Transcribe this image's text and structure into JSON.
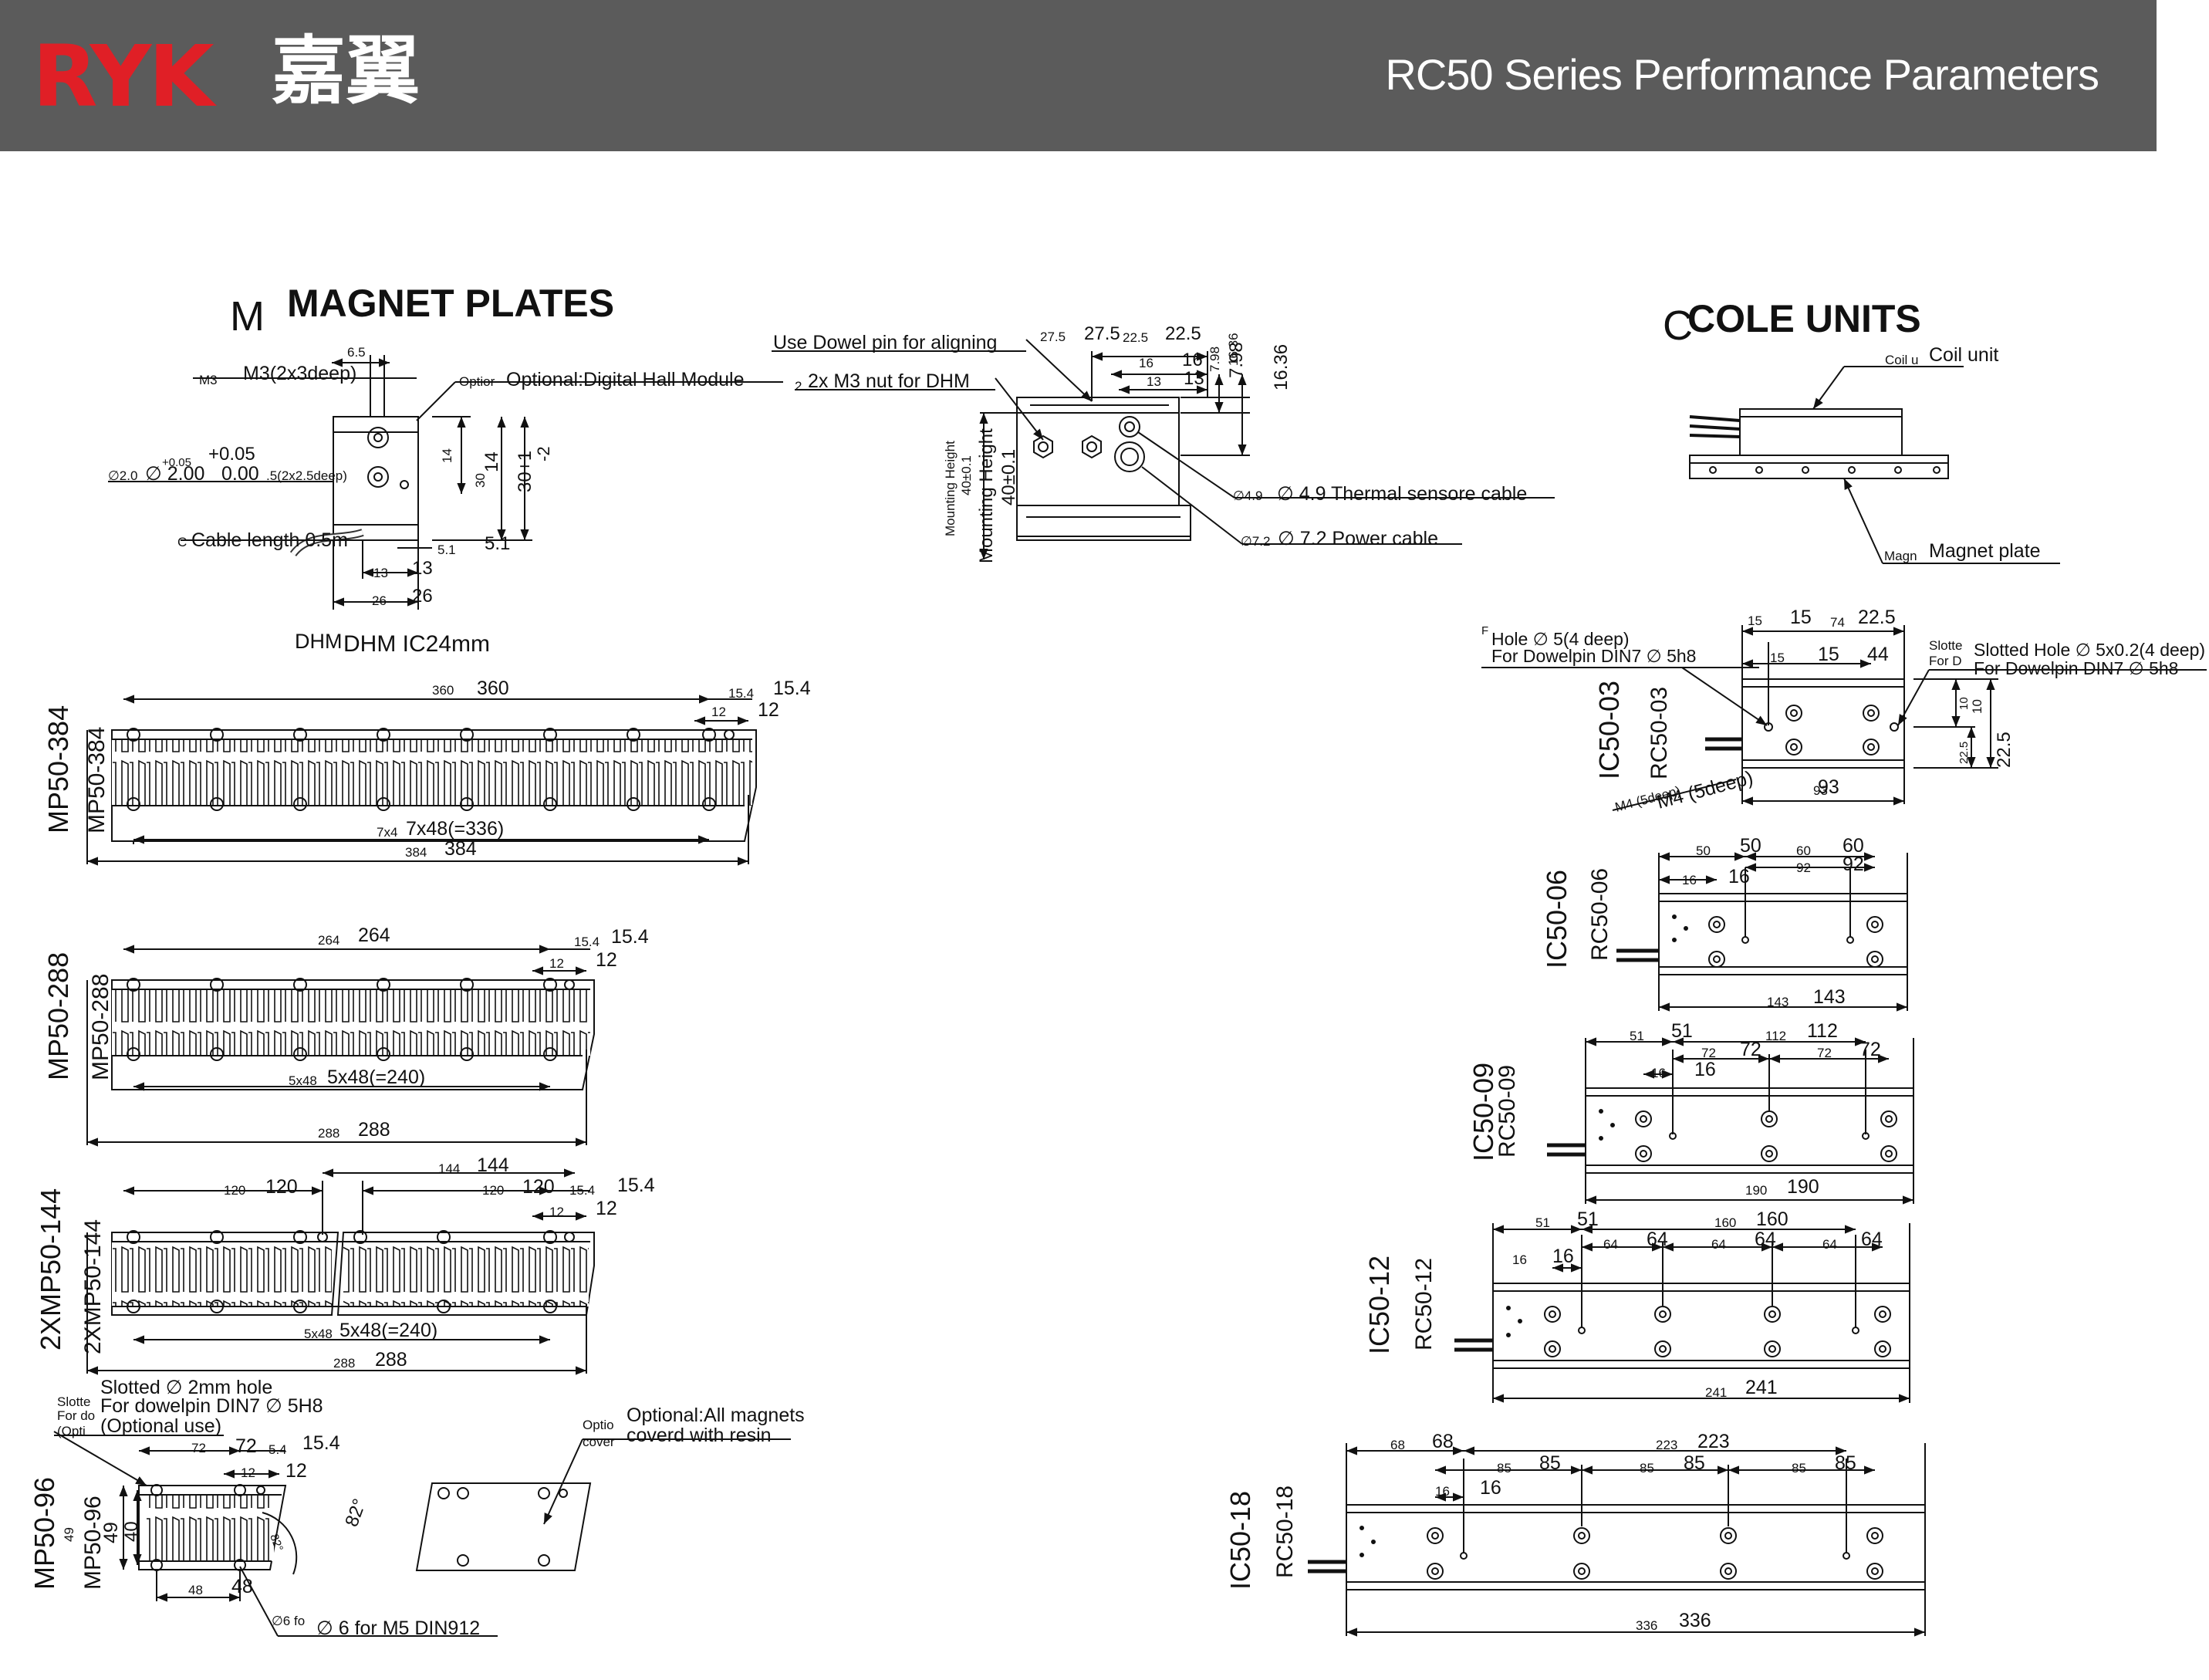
{
  "header": {
    "brand": "RYK",
    "brand_cn": "嘉翼",
    "title": "RC50 Series Performance Parameters"
  },
  "colors": {
    "header_bg": "#5b5b5b",
    "brand_red": "#e01f26",
    "line": "#111111"
  },
  "magnet_plates": {
    "title_prefix": "M",
    "title": "MAGNET PLATES",
    "dhm": {
      "m3_small": "M3",
      "m3": "M3(2x3deep)",
      "dim_65": "6.5",
      "optional_small": "Optior",
      "optional": "Optional:Digital Hall Module",
      "tol_plus_small": "+0.05",
      "tol_plus": "+0.05",
      "dia_small": "∅2.0",
      "dia": "∅ 2.00",
      "tol_minus": "0.00",
      "deep_small": ".5(2x2.5deep)",
      "dim_14_small": "14",
      "dim_14": "14",
      "dim_30_small": "30",
      "dim_30": "30+1",
      "dim_30_tol": "-2",
      "cable_small": "C",
      "cable": "Cable length 0.5m",
      "dim_51_small": "5.1",
      "dim_51": "5.1",
      "dim_13_small": "13",
      "dim_13": "13",
      "dim_26_small": "26",
      "dim_26": "26",
      "caption_small": "DHM",
      "caption": "DHM IC24mm"
    },
    "plates": [
      {
        "label_a": "MP50-384",
        "label_b": "MP50-384",
        "top_small": "360",
        "top": "360",
        "right_small": "15.4",
        "right": "15.4",
        "step_small": "12",
        "step": "12",
        "pitch_small": "7x4",
        "pitch": "7x48(=336)",
        "total_small": "384",
        "total": "384"
      },
      {
        "label_a": "MP50-288",
        "label_b": "MP50-288",
        "top_small": "264",
        "top": "264",
        "right_small": "15.4",
        "right": "15.4",
        "step_small": "12",
        "step": "12",
        "pitch_small": "5x48",
        "pitch": "5x48(=240)",
        "total_small": "288",
        "total": "288"
      },
      {
        "label_a": "2XMP50-144",
        "label_b": "2XMP50-144",
        "top_small": "120",
        "top": "120",
        "second_small": "144",
        "second": "144",
        "second_b_small": "120",
        "second_b": "120",
        "right_small": "15.4",
        "right": "15.4",
        "step_small": "12",
        "step": "12",
        "pitch_small": "5x48",
        "pitch": "5x48(=240)",
        "total_small": "288",
        "total": "288"
      }
    ],
    "mp96": {
      "label_a": "MP50-96",
      "label_b": "MP50-96",
      "slotted_small": "Slotte",
      "slotted": "Slotted ∅ 2mm hole",
      "dowel_small": "For do",
      "dowel": "For dowelpin DIN7 ∅ 5H8",
      "optional_small": "(Opti",
      "optional": "(Optional use)",
      "top_small": "72",
      "top": "72",
      "right_small": "5.4",
      "right": "15.4",
      "step_small": "12",
      "step": "12",
      "h49_small": "49",
      "h49": "49",
      "h40": "40",
      "bottom_small": "48",
      "bottom": "48",
      "angle_small": "82°",
      "angle": "82°",
      "m5_small": "∅6 fo",
      "m5": "∅ 6 for M5 DIN912",
      "resin_small_a": "Optio",
      "resin_small_b": "cover",
      "resin_a": "Optional:All magnets",
      "resin_b": "coverd with resin"
    }
  },
  "side_view": {
    "dowel": "Use Dowel pin for aligning",
    "nut_small": "2",
    "nut": "2x M3 nut for DHM",
    "d275_small": "27.5",
    "d275": "27.5",
    "d225_small": "22.5",
    "d225": "22.5",
    "d16_small": "16",
    "d16": "16",
    "d13_small": "13",
    "d13": "13",
    "d798_small": "7.98",
    "d798": "7.98",
    "d1636_small": "16.36",
    "d1636": "16.36",
    "mh_small": "Mounting Height",
    "mh_small_val": "40±0.1",
    "mh": "Mounting Height",
    "mh_val": "40±0.1",
    "thermal_small": "∅4.9",
    "thermal": "∅ 4.9 Thermal sensore cable",
    "power_small": "∅7.2",
    "power": "∅ 7.2 Power cable"
  },
  "coil_units": {
    "title_prefix": "C",
    "title": "COLE UNITS",
    "coil_small": "Coil u",
    "coil": "Coil unit",
    "magnet_small": "Magn",
    "magnet": "Magnet plate",
    "ic03": {
      "label_a": "IC50-03",
      "label_b": "RC50-03",
      "hole_small": "F",
      "hole": "Hole ∅ 5(4 deep)",
      "hole_b": "For Dowelpin DIN7 ∅ 5h8",
      "slot_small": "Slotte",
      "slot_small_b": "For D",
      "slot": "Slotted Hole ∅ 5x0.2(4 deep)",
      "slot_b": "For Dowelpin DIN7 ∅ 5h8",
      "d15_small": "15",
      "d15": "15",
      "d74_small": "74",
      "d225": "22.5",
      "d15b_small": "15",
      "d15b": "15",
      "d44": "44",
      "d10_small": "10",
      "d10": "10",
      "d225v_small": "22.5",
      "d225v": "22.5",
      "m4_small": "M4 (5deep)",
      "m4": "M4 (5deep)",
      "d93_small": "93",
      "d93": "93"
    },
    "units": [
      {
        "label_a": "IC50-06",
        "label_b": "RC50-06",
        "a_small": "50",
        "a": "50",
        "b_small": "60",
        "b": "60",
        "c_small": "92",
        "c": "92",
        "d_small": "16",
        "d": "16",
        "total_small": "143",
        "total": "143"
      },
      {
        "label_a": "IC50-09",
        "label_b": "RC50-09",
        "a_small": "51",
        "a": "51",
        "b_small": "112",
        "b": "112",
        "c_small": "72",
        "c": "72",
        "c2_small": "72",
        "c2": "72",
        "d_small": "16",
        "d": "16",
        "total_small": "190",
        "total": "190"
      },
      {
        "label_a": "IC50-12",
        "label_b": "RC50-12",
        "a_small": "51",
        "a": "51",
        "b_small": "160",
        "b": "160",
        "c_small": "64",
        "c": "64",
        "c2_small": "64",
        "c2": "64",
        "c3_small": "64",
        "c3": "64",
        "d_small": "16",
        "d": "16",
        "total_small": "241",
        "total": "241"
      },
      {
        "label_a": "IC50-18",
        "label_b": "RC50-18",
        "a_small": "68",
        "a": "68",
        "b_small": "223",
        "b": "223",
        "c_small": "85",
        "c": "85",
        "c2_small": "85",
        "c2": "85",
        "c3_small": "85",
        "c3": "85",
        "d_small": "16",
        "d": "16",
        "total_small": "336",
        "total": "336"
      }
    ]
  }
}
